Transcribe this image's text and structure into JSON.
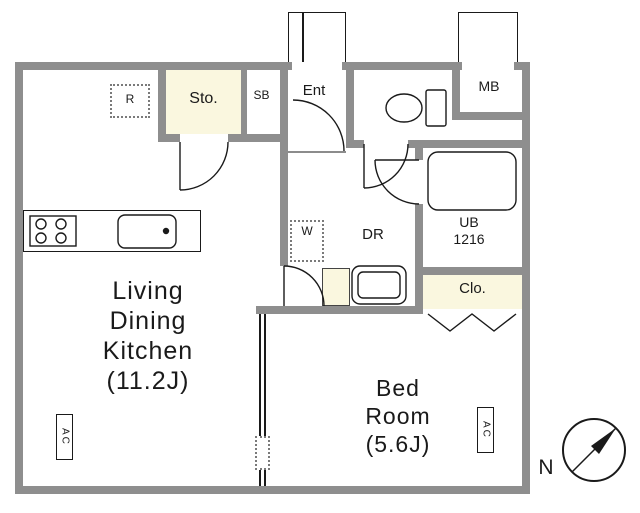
{
  "plan": {
    "living_dining_kitchen": {
      "lines": [
        "Living",
        "Dining",
        "Kitchen",
        "(11.2J)"
      ]
    },
    "bed_room": {
      "lines": [
        "Bed",
        "Room",
        "(5.6J)"
      ]
    },
    "storage": "Sto.",
    "shoe_box": "SB",
    "entrance": "Ent",
    "meter_box": "MB",
    "unit_bath": {
      "lines": [
        "UB",
        "1216"
      ]
    },
    "dressing_room": "DR",
    "closet": "Clo.",
    "refrigerator_space": "R",
    "washer_space": "W",
    "ac_left": "AC",
    "ac_right": "AC",
    "compass_north": "N"
  },
  "colors": {
    "wall": "#8e8e8e",
    "accent_room": "#faf7df",
    "line": "#1a1a1a"
  }
}
